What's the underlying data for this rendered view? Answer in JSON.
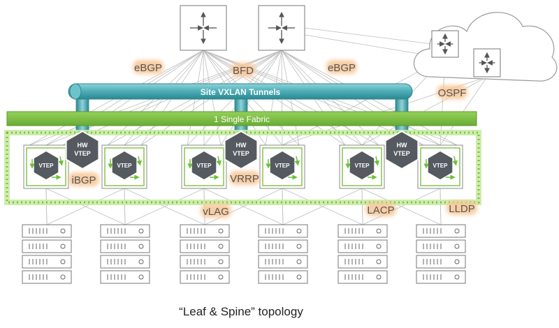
{
  "caption": "“Leaf & Spine” topology",
  "tunnel_label": "Site VXLAN Tunnels",
  "fabric_label": "1 Single Fabric",
  "protocols": {
    "ebgp_left": "eBGP",
    "bfd": "BFD",
    "ebgp_right": "eBGP",
    "ospf": "OSPF",
    "ibgp": "iBGP",
    "vrrp": "VRRP",
    "vlag": "vLAG",
    "lacp": "LACP",
    "lldp": "LLDP"
  },
  "vtep_label": "VTEP",
  "hw_vtep_label_line1": "HW",
  "hw_vtep_label_line2": "VTEP",
  "colors": {
    "tunnel": "#5bb5bd",
    "tunnel_dark": "#2f8c96",
    "fabric": "#7dc142",
    "fabric_dark": "#5a9a2a",
    "glow": "#b6e08a",
    "protocol_highlight": "#f8c89a",
    "vtep_hex": "#555a60",
    "arrow_green": "#6cbf3a",
    "line": "#b8b8b8",
    "cloud_stroke": "#9a9a9a"
  }
}
